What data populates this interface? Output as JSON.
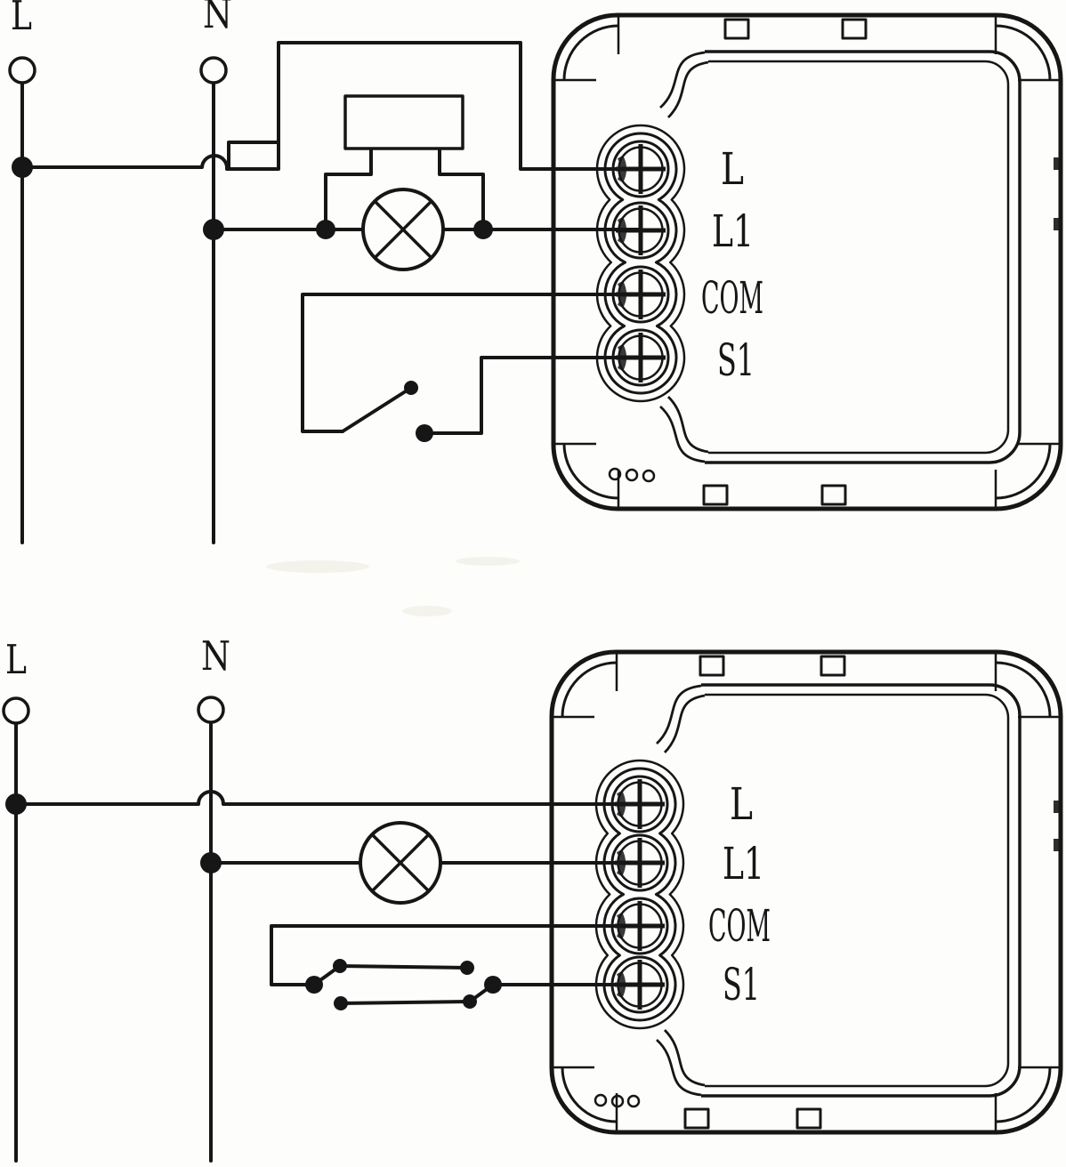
{
  "page": {
    "background": "#fdfdfc",
    "ink": "#161616"
  },
  "diagrams": [
    {
      "name": "single-switch-wiring",
      "source": {
        "live_label": "L",
        "neutral_label": "N"
      },
      "module": {
        "name": "smart-switch-module",
        "terminals": [
          "L",
          "L1",
          "COM",
          "S1"
        ]
      },
      "symbols": {
        "lamp": "lamp-icon",
        "snubber": "snubber-box-icon",
        "switch": "single-switch-icon"
      }
    },
    {
      "name": "two-way-switch-wiring",
      "source": {
        "live_label": "L",
        "neutral_label": "N"
      },
      "module": {
        "name": "smart-switch-module",
        "terminals": [
          "L",
          "L1",
          "COM",
          "S1"
        ]
      },
      "symbols": {
        "lamp": "lamp-icon",
        "switch_pair": "two-way-switch-pair-icon"
      }
    }
  ]
}
